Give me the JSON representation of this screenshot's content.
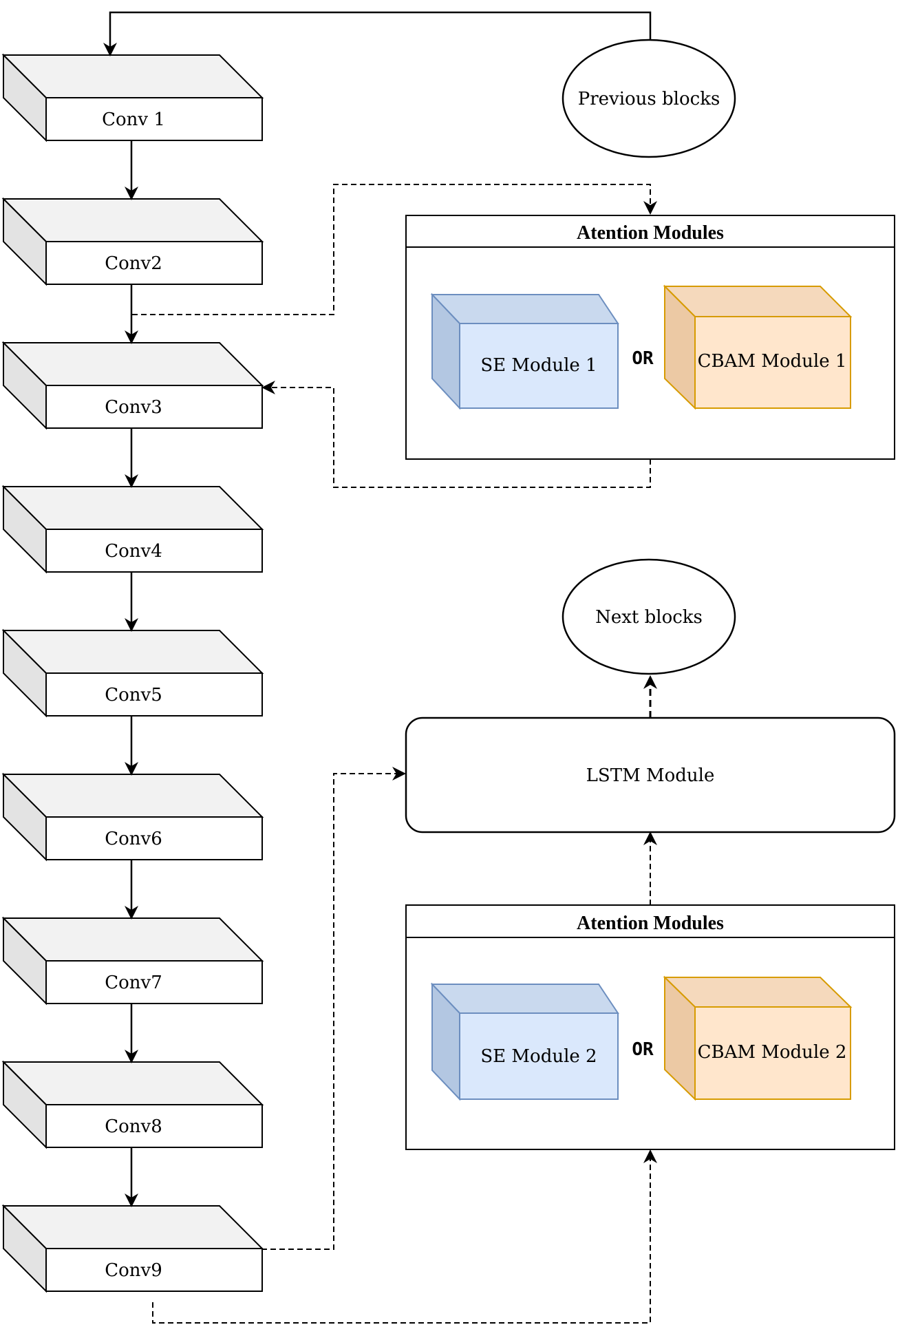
{
  "diagram": {
    "conv_blocks": [
      {
        "label": "Conv 1"
      },
      {
        "label": "Conv2"
      },
      {
        "label": "Conv3"
      },
      {
        "label": "Conv4"
      },
      {
        "label": "Conv5"
      },
      {
        "label": "Conv6"
      },
      {
        "label": "Conv7"
      },
      {
        "label": "Conv8"
      },
      {
        "label": "Conv9"
      }
    ],
    "previous_blocks": "Previous blocks",
    "next_blocks": "Next blocks",
    "attention_top": {
      "title": "Atention Modules",
      "se": "SE Module 1",
      "or": "OR",
      "cbam": "CBAM Module 1"
    },
    "attention_bottom": {
      "title": "Atention Modules",
      "se": "SE Module 2",
      "or": "OR",
      "cbam": "CBAM Module 2"
    },
    "lstm": "LSTM Module",
    "colors": {
      "conv_face": "#ffffff",
      "conv_side": "#ececec",
      "se_fill": "#dae8fc",
      "se_stroke": "#6c8ebf",
      "cbam_fill": "#ffe6cc",
      "cbam_stroke": "#d79b00"
    }
  }
}
